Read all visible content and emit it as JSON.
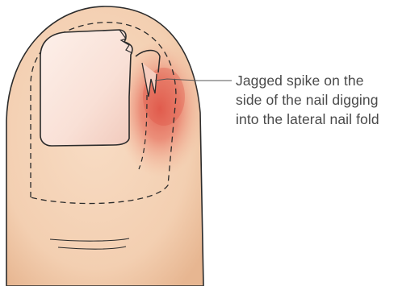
{
  "diagram": {
    "subject": "toenail with a jagged spike",
    "colors": {
      "skin": "#f5d3b8",
      "skin_shadow": "#e9b896",
      "nail": "#fbe7dd",
      "nail_edge": "#f2cfc1",
      "inflammation": "#e06a5a",
      "outline": "#2b2b2b",
      "callout_line": "#555555",
      "text": "#4a4a4a"
    },
    "callout": {
      "lines": [
        "Jagged spike on the",
        "side of the nail digging",
        "into the lateral nail fold"
      ]
    }
  }
}
